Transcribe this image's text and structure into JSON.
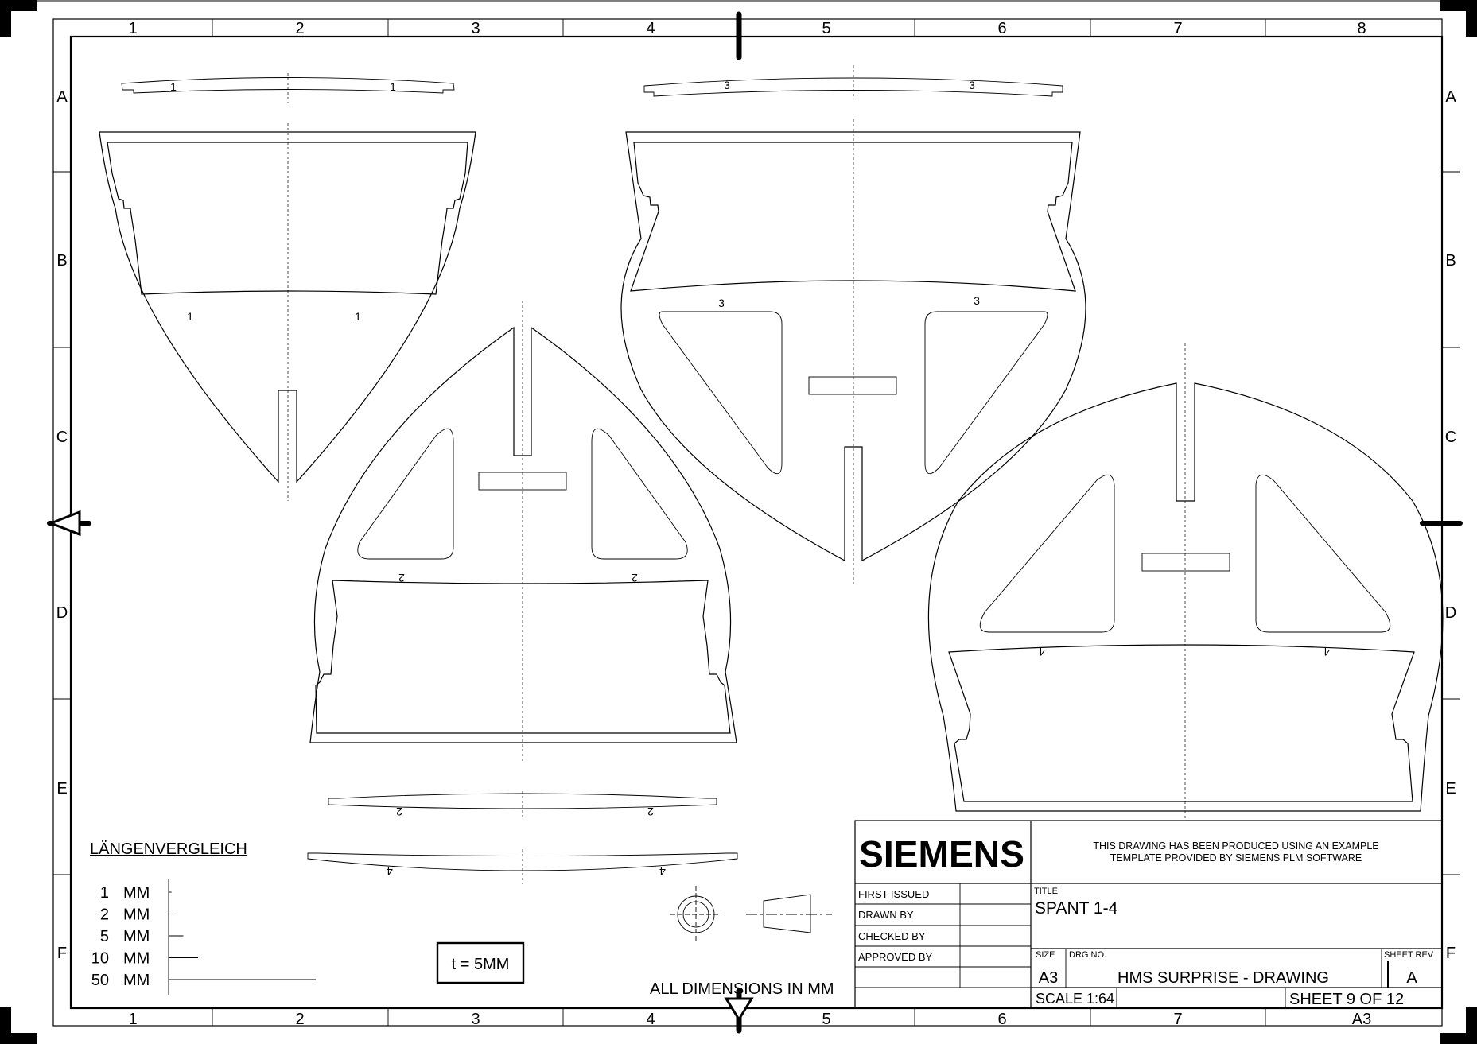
{
  "border": {
    "columns": [
      "1",
      "2",
      "3",
      "4",
      "5",
      "6",
      "7",
      "8"
    ],
    "rows": [
      "A",
      "B",
      "C",
      "D",
      "E",
      "F"
    ],
    "bottom_last_column": "A3"
  },
  "parts": {
    "frame1": {
      "label": "1"
    },
    "frame2": {
      "label": "2"
    },
    "frame3": {
      "label": "3"
    },
    "frame4": {
      "label": "4"
    }
  },
  "scale_bar": {
    "title": "LÄNGENVERGLEICH",
    "unit": "MM",
    "items": [
      {
        "value": "1",
        "length_mm": 1
      },
      {
        "value": "2",
        "length_mm": 2
      },
      {
        "value": "5",
        "length_mm": 5
      },
      {
        "value": "10",
        "length_mm": 10
      },
      {
        "value": "50",
        "length_mm": 50
      }
    ]
  },
  "thickness_note": "t = 5MM",
  "dimensions_note": "ALL DIMENSIONS IN MM",
  "title_block": {
    "logo": "SIEMENS",
    "template_note_line1": "THIS DRAWING HAS BEEN PRODUCED USING AN EXAMPLE",
    "template_note_line2": "TEMPLATE PROVIDED BY SIEMENS PLM SOFTWARE",
    "approvals": [
      "FIRST ISSUED",
      "DRAWN BY",
      "CHECKED BY",
      "APPROVED BY"
    ],
    "title_caption": "TITLE",
    "title": "SPANT 1-4",
    "size_caption": "SIZE",
    "size": "A3",
    "drg_no_caption": "DRG NO.",
    "drg_no": "HMS SURPRISE - DRAWING",
    "sheet_rev_caption": "SHEET REV",
    "sheet_rev": "A",
    "scale": "SCALE 1:64",
    "sheet": "SHEET 9 OF 12"
  }
}
